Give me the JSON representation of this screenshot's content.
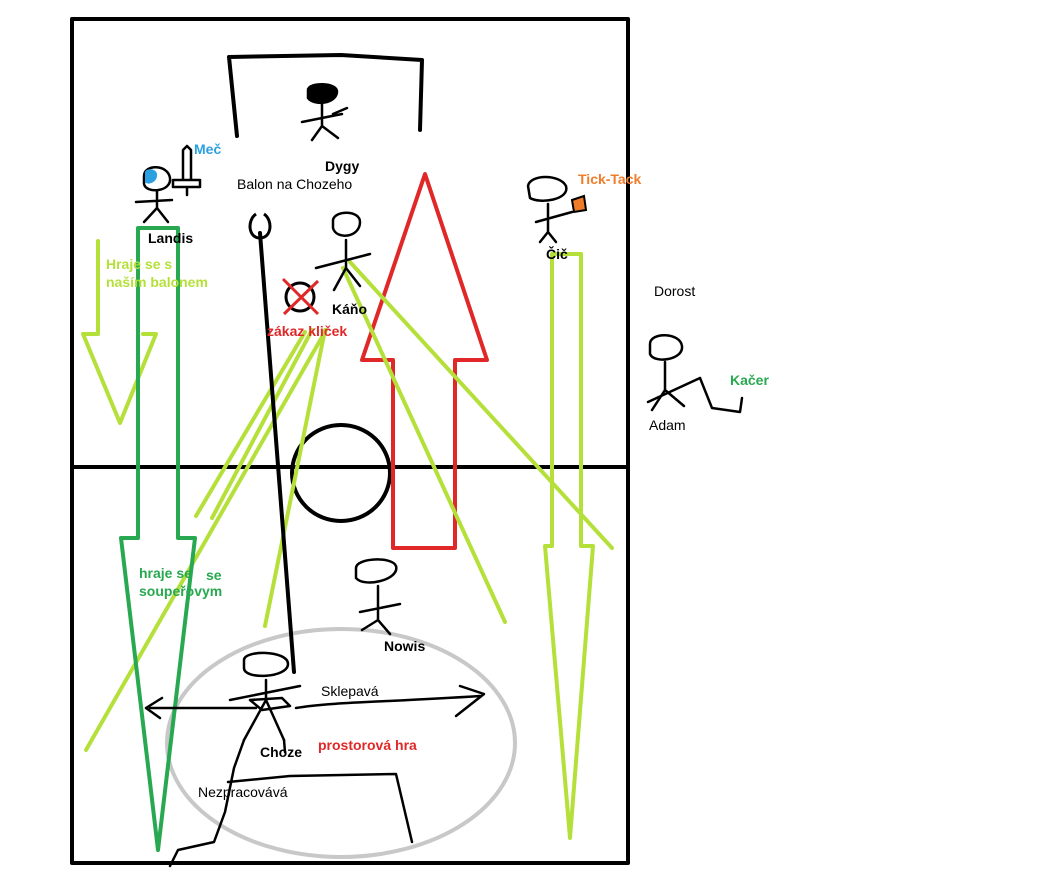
{
  "colors": {
    "line": "#000000",
    "red": "#e02828",
    "lime": "#b5e03a",
    "green": "#28a850",
    "blue": "#2aa0e0",
    "orange": "#f07c2a",
    "gray": "#c8c8c8"
  },
  "players": {
    "dygy": "Dygy",
    "landis": "Landis",
    "kano": "Káňo",
    "cic": "Čič",
    "novis": "Nowis",
    "choze": "Choze",
    "adam": "Adam"
  },
  "notes": {
    "mec": "Meč",
    "balon": "Balon na Chozeho",
    "tick_tack": "Tick-Tack",
    "dorost": "Dorost",
    "kacer": "Kačer",
    "zakaz": "zákaz kliček",
    "nas_line1": "Hraje se s",
    "nas_line2": "naším balonem",
    "soup_line1": "hraje se",
    "soup_se": "se",
    "soup_line2": "soupeřovym",
    "sklepava": "Sklepavá",
    "prostorova": "prostorová hra",
    "nezpracovava": "Nezpracovává"
  }
}
